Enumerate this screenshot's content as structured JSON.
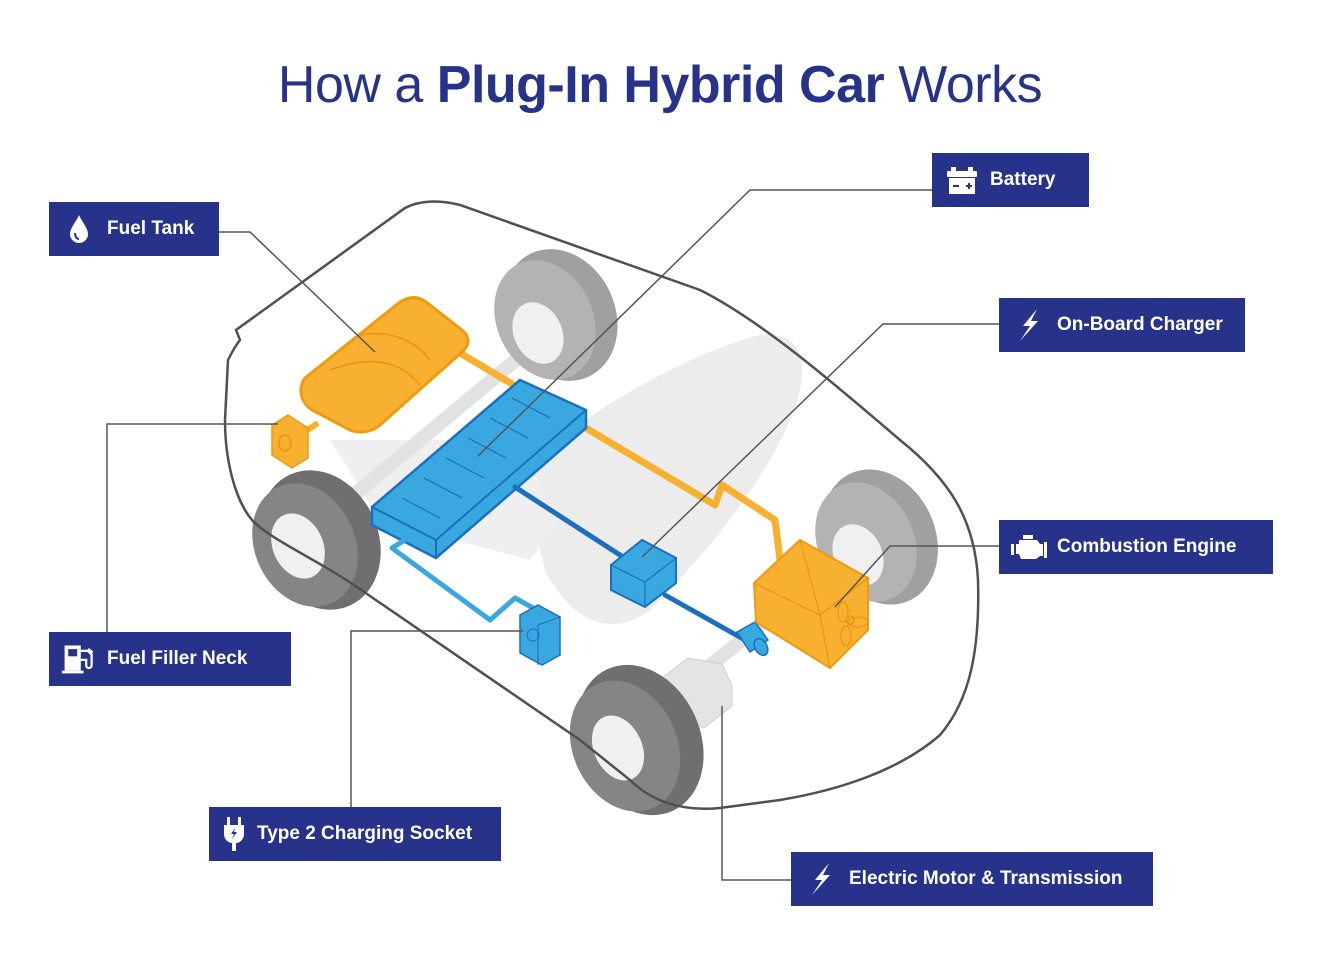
{
  "title": {
    "prefix": "How a",
    "emphasis": "Plug-In Hybrid Car",
    "suffix": "Works"
  },
  "colors": {
    "label_bg": "#27338a",
    "label_text": "#ffffff",
    "fuel_components": "#f7b030",
    "fuel_outline": "#f09a0d",
    "electric_components": "#3aa8e0",
    "electric_outline": "#1a6fbf",
    "wheels": "#9e9e9e",
    "leader_lines": "#555555"
  },
  "labels": [
    {
      "id": "fuel-tank",
      "text": "Fuel Tank",
      "icon": "fuel-drop-icon"
    },
    {
      "id": "battery",
      "text": "Battery",
      "icon": "battery-icon"
    },
    {
      "id": "on-board-charger",
      "text": "On-Board Charger",
      "icon": "lightning-bolt-icon"
    },
    {
      "id": "combustion-engine",
      "text": "Combustion Engine",
      "icon": "engine-icon"
    },
    {
      "id": "fuel-filler-neck",
      "text": "Fuel Filler Neck",
      "icon": "fuel-pump-icon"
    },
    {
      "id": "type-2-charging-socket",
      "text": "Type 2 Charging Socket",
      "icon": "ev-plug-icon"
    },
    {
      "id": "electric-motor-transmission",
      "text": "Electric Motor & Transmission",
      "icon": "lightning-bolt-icon"
    }
  ]
}
